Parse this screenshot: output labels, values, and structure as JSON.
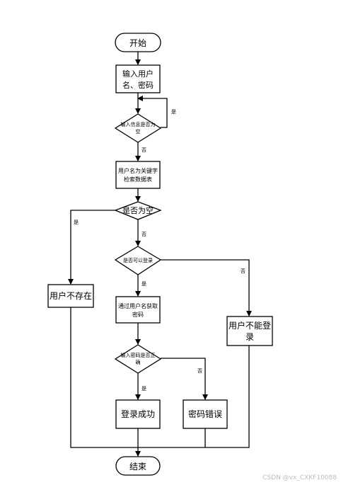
{
  "nodes": {
    "start": "开始",
    "input_line1": "输入用户",
    "input_line2": "名、密码",
    "check_empty_line1": "输入信息是否为",
    "check_empty_line2": "空",
    "search_line1": "用户名为关键字",
    "search_line2": "检索数据表",
    "is_empty": "是否为空",
    "can_login": "是否可以登录",
    "get_pwd_line1": "通过用户名获取",
    "get_pwd_line2": "密码",
    "pwd_ok_line1": "输入密码是否正",
    "pwd_ok_line2": "确",
    "login_success": "登录成功",
    "pwd_error": "密码错误",
    "user_not_exist": "用户不存在",
    "cannot_login_line1": "用户不能登",
    "cannot_login_line2": "录",
    "end": "结束"
  },
  "edge_labels": {
    "yes_loop": "是",
    "no_after_check": "否",
    "yes_empty": "是",
    "no_empty": "否",
    "no_can_login": "否",
    "yes_can_login": "是",
    "no_pwd": "否",
    "yes_pwd": "是"
  },
  "watermark": "CSDN @vx_CXKF10088"
}
